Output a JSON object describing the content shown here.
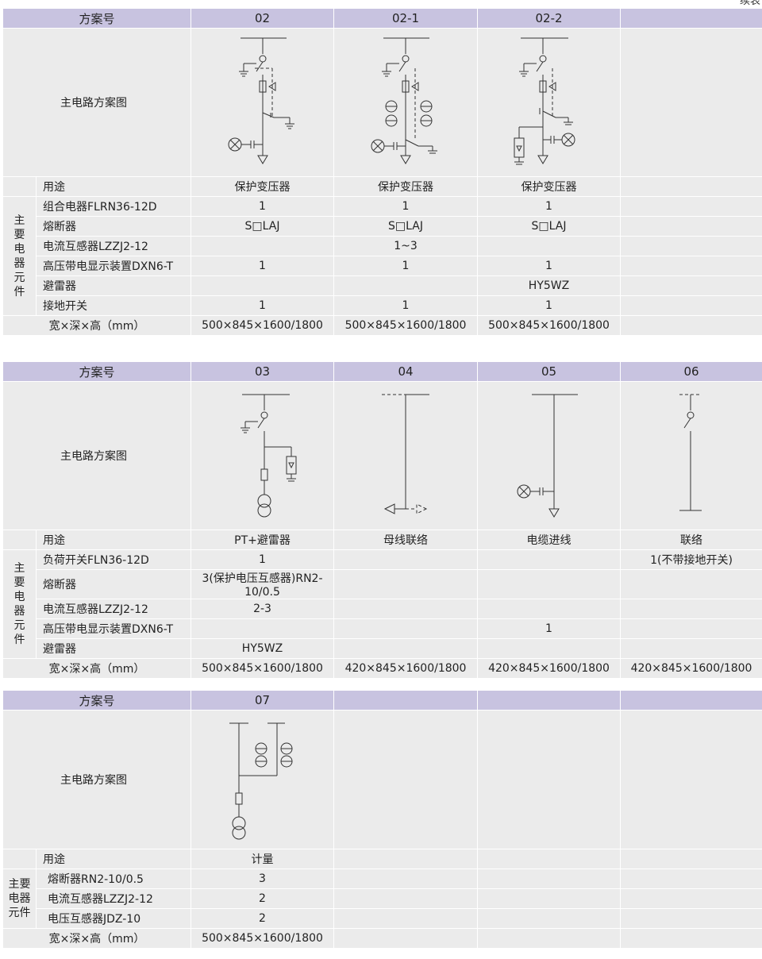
{
  "corner_text": "续表",
  "tables": [
    {
      "header_label": "方案号",
      "schemes": [
        "02",
        "02-1",
        "02-2",
        ""
      ],
      "diagram_label": "主电路方案图",
      "usage_label": "用途",
      "usage": [
        "保护变压器",
        "保护变压器",
        "保护变压器",
        ""
      ],
      "group_label": "主要电器元件",
      "components": [
        {
          "name": "组合电器FLRN36-12D",
          "values": [
            "1",
            "1",
            "1",
            ""
          ]
        },
        {
          "name": "熔断器",
          "values": [
            "S□LAJ",
            "S□LAJ",
            "S□LAJ",
            ""
          ]
        },
        {
          "name": "电流互感器LZZJ2-12",
          "values": [
            "",
            "1~3",
            "",
            ""
          ]
        },
        {
          "name": "高压带电显示装置DXN6-T",
          "values": [
            "1",
            "1",
            "1",
            ""
          ]
        },
        {
          "name": "避雷器",
          "values": [
            "",
            "",
            "HY5WZ",
            ""
          ]
        },
        {
          "name": "接地开关",
          "values": [
            "1",
            "1",
            "1",
            ""
          ]
        }
      ],
      "size_label": "宽×深×高（mm）",
      "sizes": [
        "500×845×1600/1800",
        "500×845×1600/1800",
        "500×845×1600/1800",
        ""
      ]
    },
    {
      "header_label": "方案号",
      "schemes": [
        "03",
        "04",
        "05",
        "06"
      ],
      "diagram_label": "主电路方案图",
      "usage_label": "用途",
      "usage": [
        "PT+避雷器",
        "母线联络",
        "电缆进线",
        "联络"
      ],
      "group_label": "主要电器元件",
      "components": [
        {
          "name": "负荷开关FLN36-12D",
          "values": [
            "1",
            "",
            "",
            "1(不带接地开关)"
          ]
        },
        {
          "name": "熔断器",
          "values": [
            "3(保护电压互感器)RN2-10/0.5",
            "",
            "",
            ""
          ]
        },
        {
          "name": "电流互感器LZZJ2-12",
          "values": [
            "2-3",
            "",
            "",
            ""
          ]
        },
        {
          "name": "高压带电显示装置DXN6-T",
          "values": [
            "",
            "",
            "1",
            ""
          ]
        },
        {
          "name": "避雷器",
          "values": [
            "HY5WZ",
            "",
            "",
            ""
          ]
        }
      ],
      "size_label": "宽×深×高（mm）",
      "sizes": [
        "500×845×1600/1800",
        "420×845×1600/1800",
        "420×845×1600/1800",
        "420×845×1600/1800"
      ]
    },
    {
      "header_label": "方案号",
      "schemes": [
        "07",
        "",
        "",
        ""
      ],
      "diagram_label": "主电路方案图",
      "usage_label": "用途",
      "usage": [
        "计量",
        "",
        "",
        ""
      ],
      "group_label": "主要电器元件",
      "components": [
        {
          "name": "熔断器RN2-10/0.5",
          "values": [
            "3",
            "",
            "",
            ""
          ]
        },
        {
          "name": "电流互感器LZZJ2-12",
          "values": [
            "2",
            "",
            "",
            ""
          ]
        },
        {
          "name": "电压互感器JDZ-10",
          "values": [
            "2",
            "",
            "",
            ""
          ]
        }
      ],
      "size_label": "宽×深×高（mm）",
      "sizes": [
        "500×845×1600/1800",
        "",
        "",
        ""
      ]
    }
  ]
}
